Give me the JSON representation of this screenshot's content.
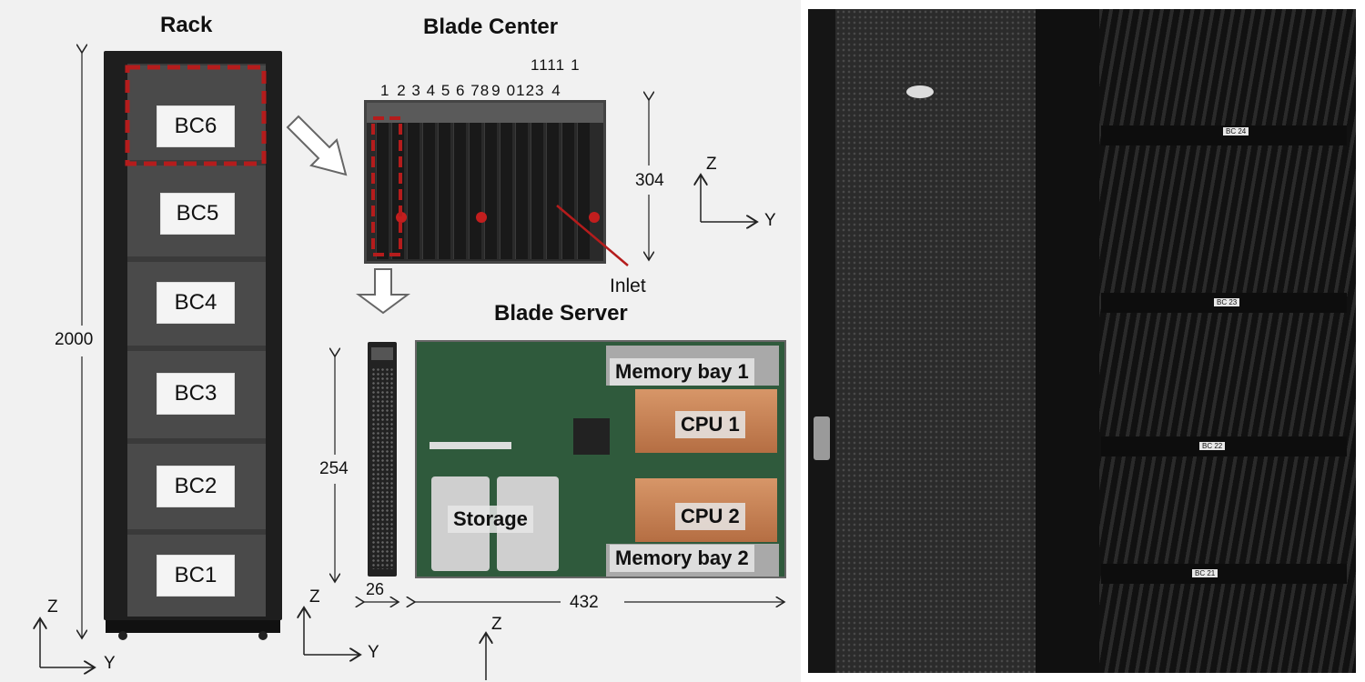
{
  "rack": {
    "title": "Rack",
    "height_label": "2000",
    "chassis": [
      "BC6",
      "BC5",
      "BC4",
      "BC3",
      "BC2",
      "BC1"
    ]
  },
  "blade_center": {
    "title": "Blade Center",
    "slot_numbers_top": [
      "1",
      "1",
      "1",
      "1",
      "1"
    ],
    "slot_numbers_bottom": [
      "1",
      "2",
      "3",
      "4",
      "5",
      "6",
      "7",
      "8",
      "9",
      "0",
      "1",
      "2",
      "3",
      "4"
    ],
    "height_label": "304",
    "inlet_label": "Inlet"
  },
  "blade_server": {
    "title": "Blade Server",
    "height_label": "254",
    "width_label": "26",
    "depth_label": "432",
    "components": {
      "memory_bay_1": "Memory bay 1",
      "cpu_1": "CPU 1",
      "storage": "Storage",
      "cpu_2": "CPU 2",
      "memory_bay_2": "Memory bay 2"
    }
  },
  "axes": {
    "z": "Z",
    "y": "Y"
  },
  "photo": {
    "chassis_tags": [
      "BC 24",
      "BC 23",
      "BC 22",
      "BC 21"
    ]
  },
  "colors": {
    "highlight": "#b51c1c",
    "panel_bg": "#f1f1f1",
    "rack_frame": "#1e1e1e",
    "copper": "#c9865a"
  }
}
